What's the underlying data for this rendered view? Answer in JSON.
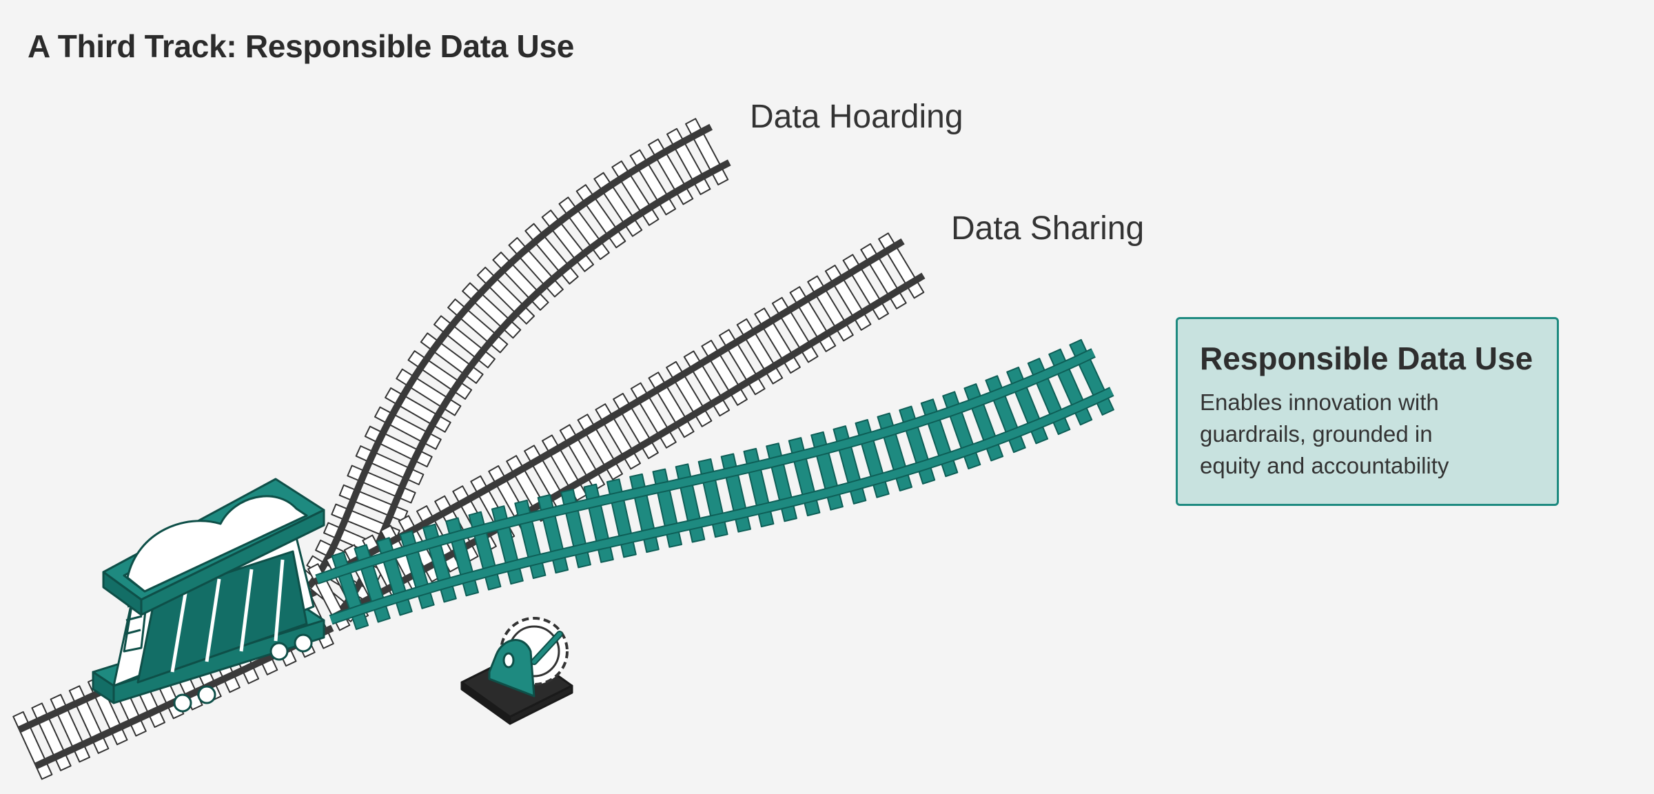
{
  "title": "A Third Track: Responsible Data Use",
  "tracks": {
    "hoarding": {
      "label": "Data Hoarding",
      "color": "#3a3a3a"
    },
    "sharing": {
      "label": "Data Sharing",
      "color": "#3a3a3a"
    },
    "responsible": {
      "label": "Responsible Data Use",
      "color": "#1e8a80"
    }
  },
  "info_box": {
    "title": "Responsible Data Use",
    "body": "Enables innovation with guardrails, grounded in equity and accountability"
  },
  "colors": {
    "background": "#f4f4f4",
    "rail_dark": "#3a3a3a",
    "teal": "#1e8a80",
    "teal_dark": "#0e5f57",
    "box_fill": "#c8e2df",
    "tie_fill": "#ffffff"
  },
  "icons": [
    "hopper-car-icon",
    "lever-switch-icon",
    "gear-icon"
  ]
}
